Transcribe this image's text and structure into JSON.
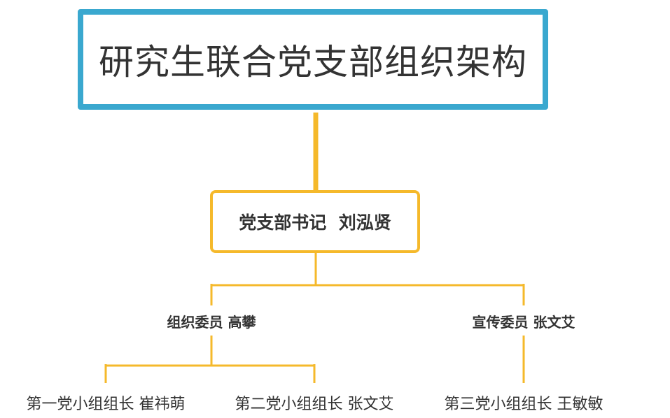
{
  "title": "研究生联合党支部组织架构",
  "secretary": {
    "role": "党支部书记",
    "name": "刘泓贤"
  },
  "committee": [
    {
      "role": "组织委员",
      "name": "高攀"
    },
    {
      "role": "宣传委员",
      "name": "张文艾"
    }
  ],
  "group_leaders": [
    {
      "role": "第一党小组组长",
      "name": "崔祎萌"
    },
    {
      "role": "第二党小组组长",
      "name": "张文艾"
    },
    {
      "role": "第三党小组组长",
      "name": "王敏敏"
    }
  ],
  "colors": {
    "title_border": "#3aa8cf",
    "connector": "#f5b92b",
    "text": "#333333"
  }
}
